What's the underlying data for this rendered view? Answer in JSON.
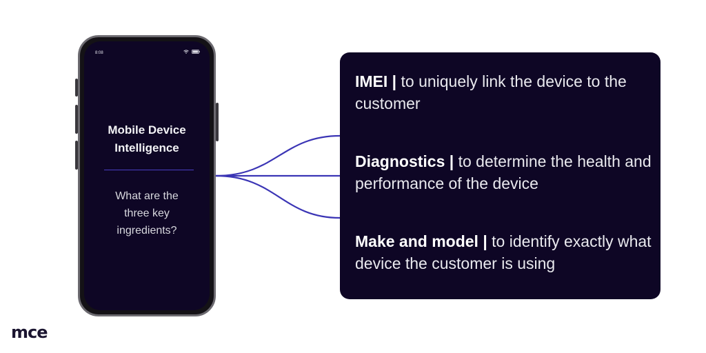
{
  "phone": {
    "status_time": "8:08",
    "title": "Mobile Device\nIntelligence",
    "question": "What are the\nthree key\ningredients?"
  },
  "card": {
    "items": [
      {
        "label": "IMEI |",
        "text": " to uniquely link the device to the customer"
      },
      {
        "label": "Diagnostics |",
        "text": " to determine the health and performance of the device"
      },
      {
        "label": "Make and model |",
        "text": " to identify exactly what device the customer is using"
      }
    ]
  },
  "logo": {
    "text": "mce"
  },
  "colors": {
    "dark_navy": "#0e0625",
    "connector": "#3b35b5",
    "divider": "#4a3fc4"
  },
  "icons": [
    "wifi-icon",
    "battery-icon"
  ]
}
